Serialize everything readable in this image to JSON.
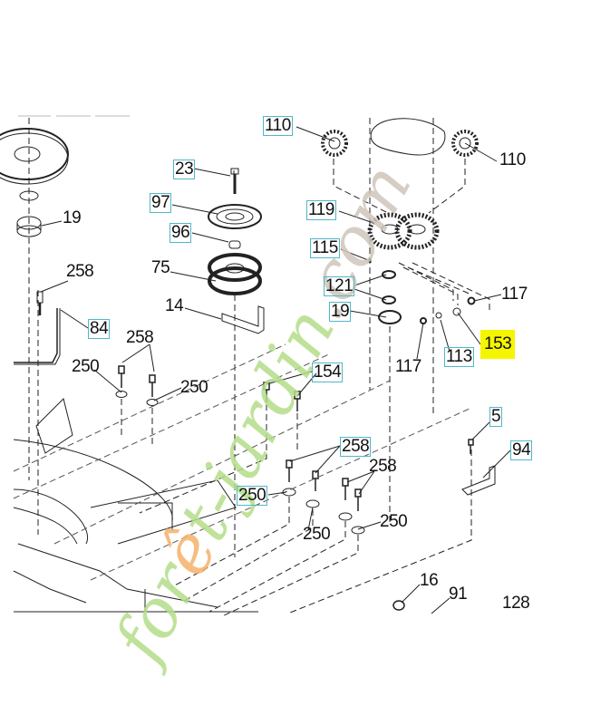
{
  "diagram": {
    "callouts": [
      {
        "id": "c1",
        "text": "110",
        "style": "boxed"
      },
      {
        "id": "c2",
        "text": "110",
        "style": "plain"
      },
      {
        "id": "c3",
        "text": "23",
        "style": "boxed"
      },
      {
        "id": "c4",
        "text": "97",
        "style": "boxed"
      },
      {
        "id": "c5",
        "text": "119",
        "style": "boxed"
      },
      {
        "id": "c6",
        "text": "19",
        "style": "plain"
      },
      {
        "id": "c7",
        "text": "96",
        "style": "boxed"
      },
      {
        "id": "c8",
        "text": "115",
        "style": "boxed"
      },
      {
        "id": "c9",
        "text": "258",
        "style": "plain"
      },
      {
        "id": "c10",
        "text": "75",
        "style": "plain"
      },
      {
        "id": "c11",
        "text": "121",
        "style": "boxed"
      },
      {
        "id": "c12",
        "text": "117",
        "style": "plain"
      },
      {
        "id": "c13",
        "text": "19",
        "style": "boxed"
      },
      {
        "id": "c14",
        "text": "14",
        "style": "plain"
      },
      {
        "id": "c15",
        "text": "84",
        "style": "boxed"
      },
      {
        "id": "c16",
        "text": "258",
        "style": "plain"
      },
      {
        "id": "c17",
        "text": "153",
        "style": "highlighted"
      },
      {
        "id": "c18",
        "text": "117",
        "style": "plain"
      },
      {
        "id": "c19",
        "text": "113",
        "style": "boxed"
      },
      {
        "id": "c20",
        "text": "250",
        "style": "plain"
      },
      {
        "id": "c21",
        "text": "250",
        "style": "plain"
      },
      {
        "id": "c22",
        "text": "154",
        "style": "boxed"
      },
      {
        "id": "c23",
        "text": "5",
        "style": "boxed"
      },
      {
        "id": "c24",
        "text": "94",
        "style": "boxed"
      },
      {
        "id": "c25",
        "text": "258",
        "style": "boxed"
      },
      {
        "id": "c26",
        "text": "258",
        "style": "plain"
      },
      {
        "id": "c27",
        "text": "250",
        "style": "boxed"
      },
      {
        "id": "c28",
        "text": "250",
        "style": "plain"
      },
      {
        "id": "c29",
        "text": "250",
        "style": "plain"
      },
      {
        "id": "c30",
        "text": "16",
        "style": "plain"
      },
      {
        "id": "c31",
        "text": "91",
        "style": "plain"
      },
      {
        "id": "c32",
        "text": "128",
        "style": "plain"
      }
    ],
    "colors": {
      "box_border": "#4fb8c8",
      "highlight": "#f5f500",
      "line": "#222222"
    }
  },
  "watermark": {
    "part1": "for",
    "part2": "ê",
    "part3": "t",
    "part4": "-jardin",
    ".com": ".com",
    "colors": {
      "green": "#b5dd8a",
      "orange": "#f4b26b",
      "gray": "#cfc6bb"
    }
  }
}
